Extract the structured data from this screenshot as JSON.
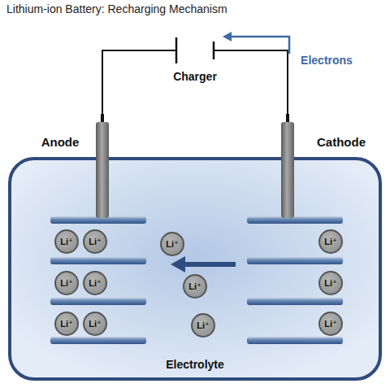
{
  "diagram": {
    "title": "Lithium-ion Battery: Recharging Mechanism",
    "nodes": [
      {
        "text": [
          "Electrolyte"
        ]
      },
      {
        "text": [
          "Li⁺"
        ],
        "in": 0
      },
      {
        "text": [
          "Li⁺"
        ],
        "in": 0
      },
      {
        "text": [
          "Li⁺"
        ],
        "in": 0
      },
      {
        "text": [
          "Li⁺"
        ],
        "in": 0
      },
      {
        "text": [
          "Li⁺"
        ],
        "in": 0
      },
      {
        "text": [
          "Li⁺"
        ],
        "in": 0
      },
      {
        "text": [
          "Li⁺"
        ],
        "in": 0
      },
      {
        "text": [
          "Li⁺"
        ],
        "in": 0
      },
      {
        "text": [
          "Li⁺"
        ],
        "in": 0
      },
      {
        "text": [
          "Li⁺"
        ],
        "in": 0
      },
      {
        "text": [
          "Li⁺"
        ],
        "in": 0
      },
      {
        "text": [
          "Li⁺"
        ],
        "in": 0
      }
    ],
    "labels": [
      "Charger",
      "Electrons",
      "Anode",
      "Cathode"
    ]
  }
}
